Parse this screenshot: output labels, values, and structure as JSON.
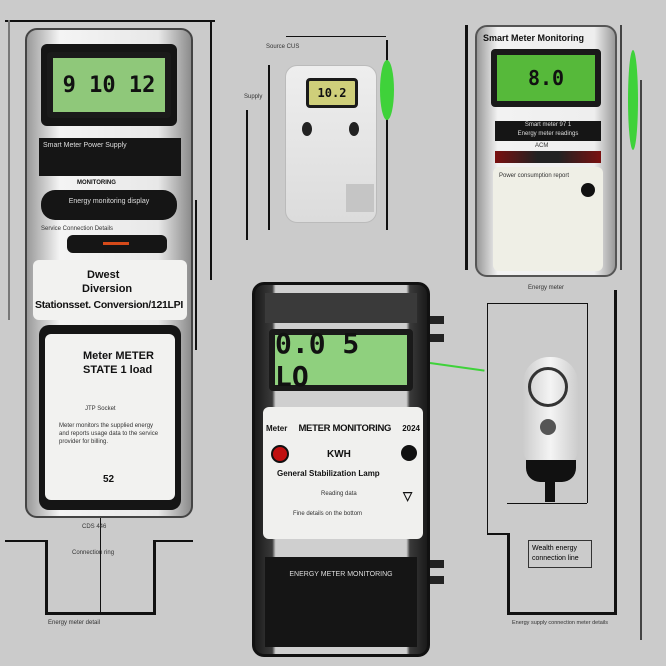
{
  "left_meter": {
    "display": "9 10  12",
    "header_text": "Smart Meter Power Supply",
    "label_top": "MONITORING",
    "band_text": "Energy monitoring display",
    "row_text": "Service Connection Details",
    "line1": "Dwest",
    "line2": "Diversion",
    "line3": "Stationsset. Conversion/121LPI",
    "card_title": "Meter METER",
    "card_subtitle": "STATE 1 load",
    "card_mid": "JTP Socket",
    "card_body": "Meter monitors the supplied energy and reports usage data to the service provider for billing.",
    "card_value": "52",
    "below_label": "CDS 446",
    "below_note": "Connection ring",
    "bottom_caption": "Energy meter detail"
  },
  "top_center_meter": {
    "display": "10.2",
    "side_label": "Source CUS",
    "left_label": "Supply"
  },
  "right_meter": {
    "title": "Smart Meter Monitoring",
    "display": "8.0",
    "band_line1": "Smart meter 97 1",
    "band_line2": "Energy meter readings",
    "label": "ACM",
    "body_text": "Power consumption report",
    "caption": "Energy meter"
  },
  "center_meter": {
    "display": "0.0 5 LO",
    "brand": "Meter",
    "title": "METER MONITORING",
    "year": "2024",
    "model": "KWH",
    "subtitle": "General Stabilization Lamp",
    "note": "Reading data",
    "foot": "Fine details on the bottom",
    "bottom_band": "ENERGY METER MONITORING"
  },
  "plug": {
    "label_line1": "Wealth energy",
    "label_line2": "connection line",
    "bottom_caption": "Energy supply connection meter details"
  },
  "colors": {
    "accent_green": "#3fd23a",
    "lcd_green": "#8fc87a",
    "led_red": "#c01010"
  }
}
